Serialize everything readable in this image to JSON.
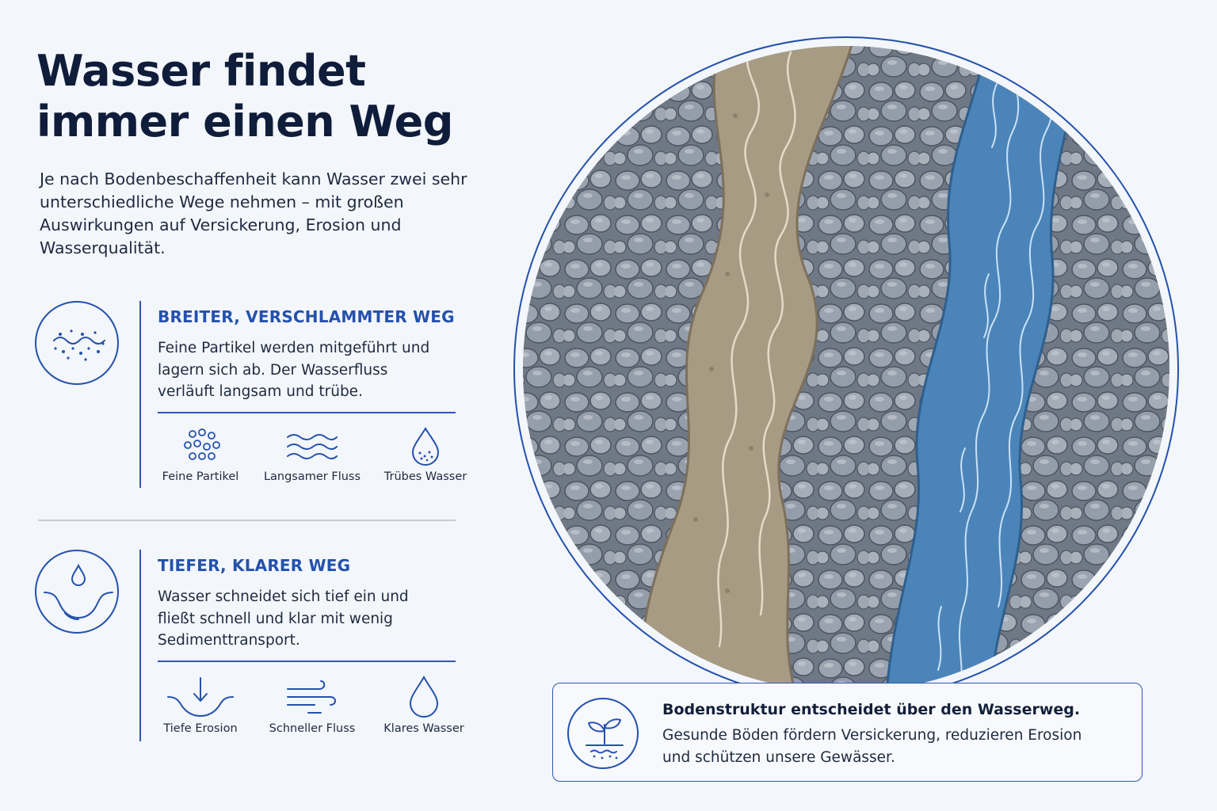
{
  "title": "Wasser findet immer einen Weg",
  "intro": "Je nach Bodenbeschaffenheit kann Wasser zwei sehr unterschiedliche Wege nehmen – mit großen Auswirkungen auf Versickerung, Erosion und Wasserqualität.",
  "sections": [
    {
      "heading": "BREITER, VERSCHLAMMTER WEG",
      "text": "Feine Partikel werden mitgeführt und lagern sich ab. Der Wasserfluss verläuft langsam und trübe.",
      "icon": "silt-particles-icon",
      "features": [
        {
          "label": "Feine Partikel",
          "icon": "particles-icon"
        },
        {
          "label": "Langsamer Fluss",
          "icon": "waves-icon"
        },
        {
          "label": "Trübes Wasser",
          "icon": "turbid-drop-icon"
        }
      ]
    },
    {
      "heading": "TIEFER, KLARER WEG",
      "text": "Wasser schneidet sich tief ein und fließt schnell und klar mit wenig Sedimenttransport.",
      "icon": "deep-channel-drop-icon",
      "features": [
        {
          "label": "Tiefe Erosion",
          "icon": "deep-erosion-icon"
        },
        {
          "label": "Schneller Fluss",
          "icon": "fast-flow-icon"
        },
        {
          "label": "Klares Wasser",
          "icon": "clear-drop-icon"
        }
      ]
    }
  ],
  "info": {
    "heading": "Bodenstruktur entscheidet über den Wasserweg.",
    "text": "Gesunde Böden fördern Versickerung, reduzieren Erosion und schützen unsere Gewässer.",
    "icon": "sprout-soil-icon"
  },
  "colors": {
    "accent": "#2451ad",
    "title": "#0f1c3a",
    "stone": "#8e98a6",
    "silt": "#a89b84",
    "water": "#4b84b8"
  }
}
